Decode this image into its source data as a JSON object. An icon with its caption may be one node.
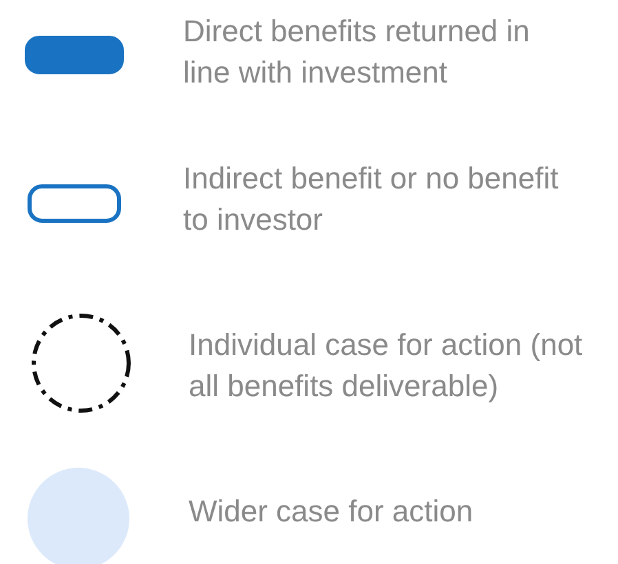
{
  "diagram": {
    "legend": [
      {
        "text": "Direct benefits returned in line with investment",
        "color": "#1a73c2"
      },
      {
        "text": "Indirect benefit or no benefit to investor"
      },
      {
        "text": "Individual case for action (not all benefits deliverable)"
      },
      {
        "text": "Wider case for action",
        "color": "#dce9fb"
      }
    ]
  }
}
